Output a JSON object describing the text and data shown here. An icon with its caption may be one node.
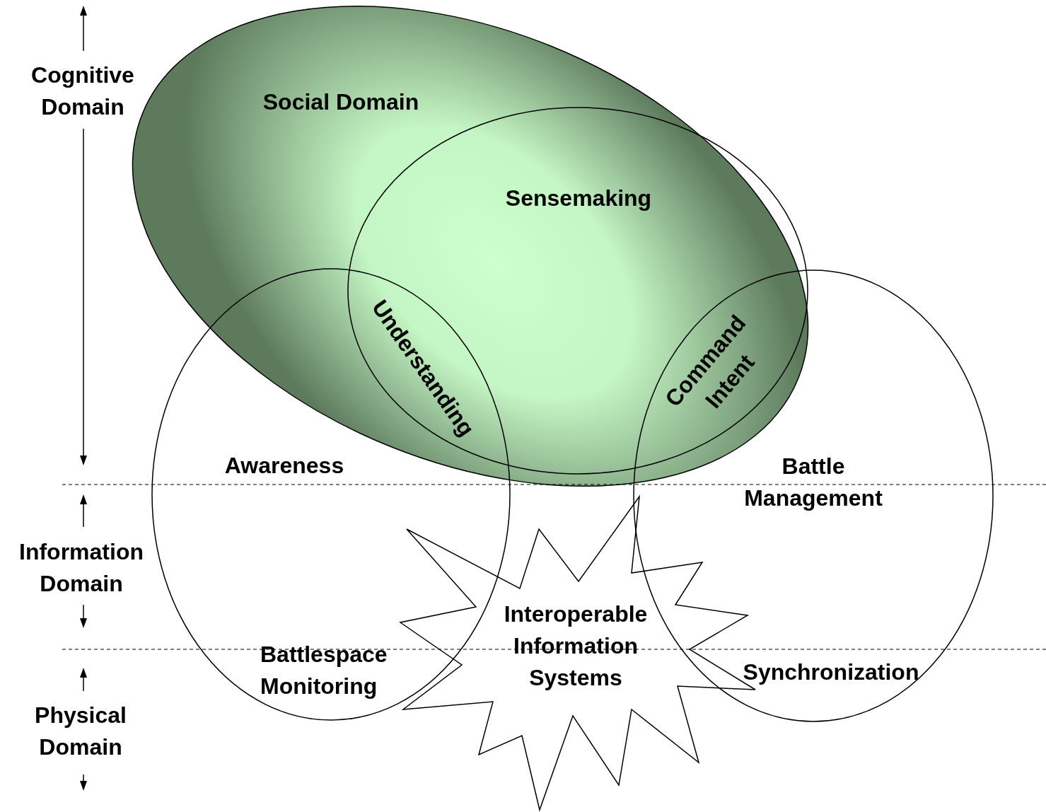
{
  "diagram": {
    "nodes": [
      {
        "text": [
          "Social Domain"
        ]
      },
      {
        "text": [
          "Sensemaking"
        ],
        "in": 0
      },
      {
        "text": [
          "Awareness",
          "Battlespace Monitoring"
        ]
      },
      {
        "text": [
          "Battle Management",
          "Synchronization"
        ]
      },
      {
        "text": [
          "Interoperable Information Systems"
        ]
      }
    ],
    "labels": [
      "Cognitive Domain",
      "Understanding",
      "Command Intent",
      "Information Domain",
      "Physical Domain"
    ]
  }
}
